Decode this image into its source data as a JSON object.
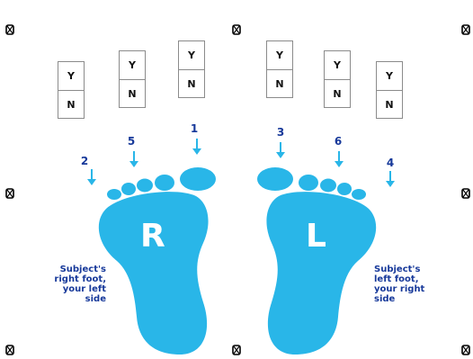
{
  "yn_boxes": [
    {
      "yes": "Y",
      "no": "N"
    },
    {
      "yes": "Y",
      "no": "N"
    },
    {
      "yes": "Y",
      "no": "N"
    },
    {
      "yes": "Y",
      "no": "N"
    },
    {
      "yes": "Y",
      "no": "N"
    },
    {
      "yes": "Y",
      "no": "N"
    }
  ],
  "toe_numbers": [
    "2",
    "5",
    "1",
    "3",
    "6",
    "4"
  ],
  "feet": {
    "right_letter": "R",
    "left_letter": "L"
  },
  "notes": {
    "right_foot": [
      "Subject's",
      "right foot,",
      "your left",
      "side"
    ],
    "left_foot": [
      "Subject's",
      "left foot,",
      "your right",
      "side"
    ]
  },
  "colors": {
    "foot": "#29b6e8",
    "label": "#17399a",
    "box_border": "#8b8b8b"
  },
  "icons": {
    "registration_mark": "registration-mark-icon",
    "arrow": "arrow-down-icon"
  }
}
